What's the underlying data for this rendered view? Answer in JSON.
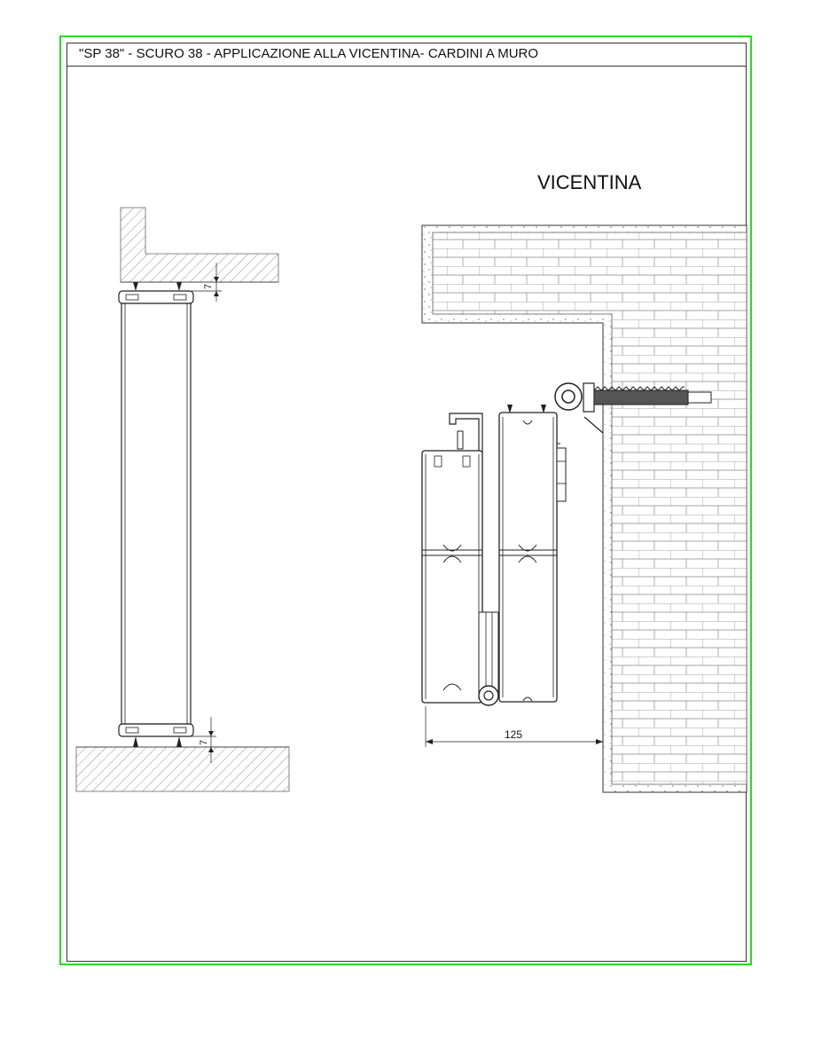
{
  "sheet": {
    "title": "\"SP 38\" - SCURO 38 - APPLICAZIONE ALLA VICENTINA- CARDINI A MURO",
    "frame_color": "#22dd22"
  },
  "section_left": {
    "dim_top": "7",
    "dim_bottom": "7"
  },
  "section_right": {
    "heading": "VICENTINA",
    "dim_width": "125"
  }
}
